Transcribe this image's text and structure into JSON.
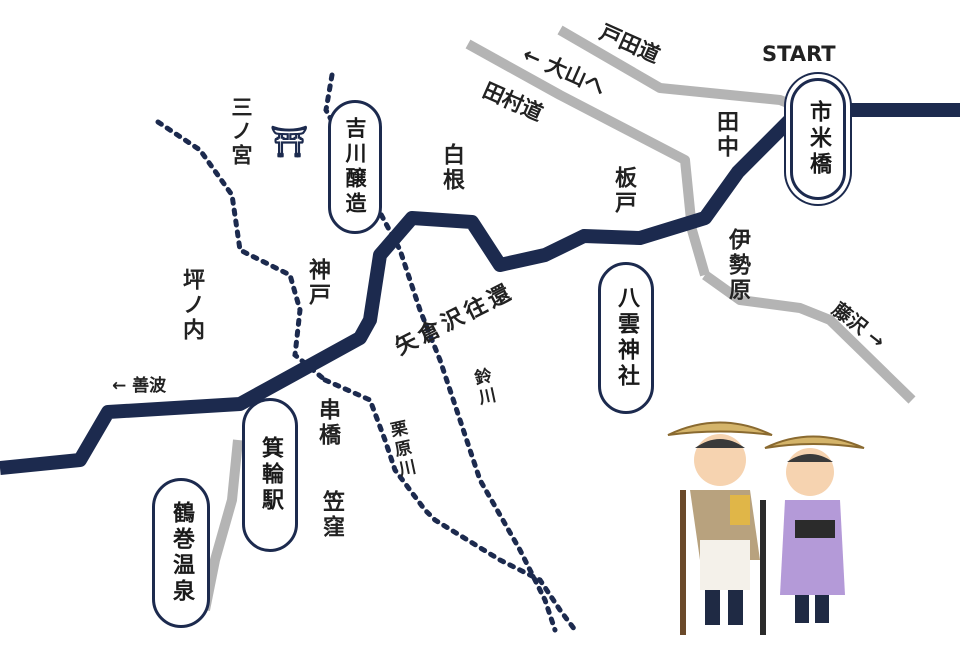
{
  "colors": {
    "main_route": "#1c2a4e",
    "side_road": "#b4b4b4",
    "river": "#1c2a4e",
    "text": "#222222"
  },
  "labels": {
    "start": "START",
    "toda": "戸田道",
    "ooyama": "← 大山へ",
    "tamura": "田村道",
    "tanaka": "田中",
    "ise": "伊勢原",
    "fujisawa": "藤沢 →",
    "itado": "板戸",
    "shirane": "白根",
    "sannomiya": "三ノ宮",
    "torii": "⛩",
    "kando": "神戸",
    "tsubonouchi": "坪ノ内",
    "hatano": "← 善波",
    "kushibashi": "串橋",
    "kasakubo": "笠窪",
    "yagurasawa": "矢倉沢往還",
    "suzukawa": "鈴川",
    "kuribara": "栗原川"
  },
  "boxes": {
    "ichiyonebashi": "市米橋",
    "yoshikawa": "吉川醸造",
    "yakumo": "八雲神社",
    "minowa": "箕輪駅",
    "tsurumaki": "鶴巻温泉"
  },
  "illustration": {
    "name": "two-pilgrims"
  }
}
